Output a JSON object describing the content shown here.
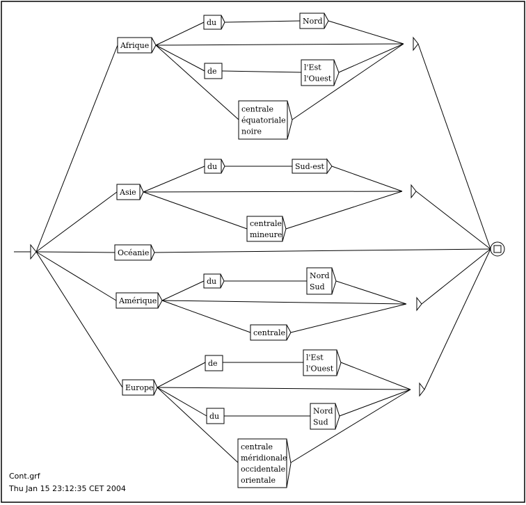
{
  "graph": {
    "filename": "Cont.grf",
    "date": "Thu Jan 15 23:12:35 CET 2004"
  },
  "boxes": {
    "afrique": [
      "Afrique"
    ],
    "afrique_du": [
      "du"
    ],
    "afrique_nord": [
      "Nord"
    ],
    "afrique_de": [
      "de"
    ],
    "afrique_est_ouest": [
      "l'Est",
      "l'Ouest"
    ],
    "afrique_centrale": [
      "centrale",
      "équatoriale",
      "noire"
    ],
    "asie": [
      "Asie"
    ],
    "asie_du": [
      "du"
    ],
    "asie_sud_est": [
      "Sud-est"
    ],
    "asie_centrale": [
      "centrale",
      "mineure"
    ],
    "oceanie": [
      "Océanie"
    ],
    "amerique": [
      "Amérique"
    ],
    "amerique_du": [
      "du"
    ],
    "amerique_nord_sud": [
      "Nord",
      "Sud"
    ],
    "amerique_centrale": [
      "centrale"
    ],
    "europe": [
      "Europe"
    ],
    "europe_de": [
      "de"
    ],
    "europe_est_ouest": [
      "l'Est",
      "l'Ouest"
    ],
    "europe_du": [
      "du"
    ],
    "europe_nord_sud": [
      "Nord",
      "Sud"
    ],
    "europe_centrale": [
      "centrale",
      "méridionale",
      "occidentale",
      "orientale"
    ]
  }
}
